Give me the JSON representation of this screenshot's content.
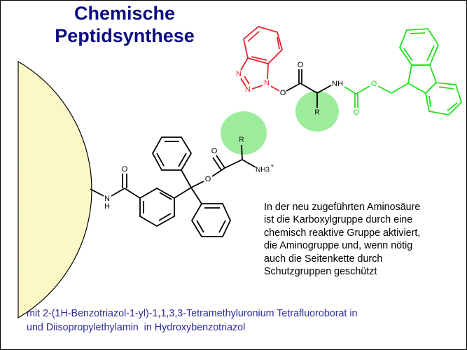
{
  "title": {
    "line1": "Chemische",
    "line2": "Peptidsynthese"
  },
  "colors": {
    "title": "#0c0c82",
    "bottom_text": "#2b2b9c",
    "activating_group": "#e8242c",
    "protecting_group": "#22e01e",
    "side_chain_highlight": "#9cec9c",
    "resin": "#fbf8c6"
  },
  "resin_molecule": {
    "atoms": {
      "amide_n": "N",
      "amide_h": "H",
      "amide_o": "O",
      "ester_o": "O",
      "carbonyl_o": "O",
      "side_chain": "R",
      "amine": "NH3",
      "charge": "+"
    }
  },
  "activated_aa": {
    "atoms": {
      "triazole_n1": "N",
      "triazole_n2": "N",
      "triazole_n3": "N",
      "ester_o": "O",
      "carbonyl_o": "O",
      "side_chain": "R",
      "amide_nh": "NH",
      "carbamate_o_double": "O",
      "carbamate_o": "O"
    }
  },
  "description": [
    "In der neu zugeführten Aminosäure",
    "ist die Karboxylgruppe durch eine",
    "chemisch reaktive Gruppe aktiviert,",
    "die Aminogruppe und, wenn nötig",
    "auch die Seitenkette durch",
    "Schutzgruppen geschützt"
  ],
  "reagents": [
    "mit 2-(1H-Benzotriazol-1-yl)-1,1,3,3-Tetramethyluronium Tetrafluoroborat in",
    "und Diisopropylethylamin  in Hydroxybenzotriazol"
  ]
}
